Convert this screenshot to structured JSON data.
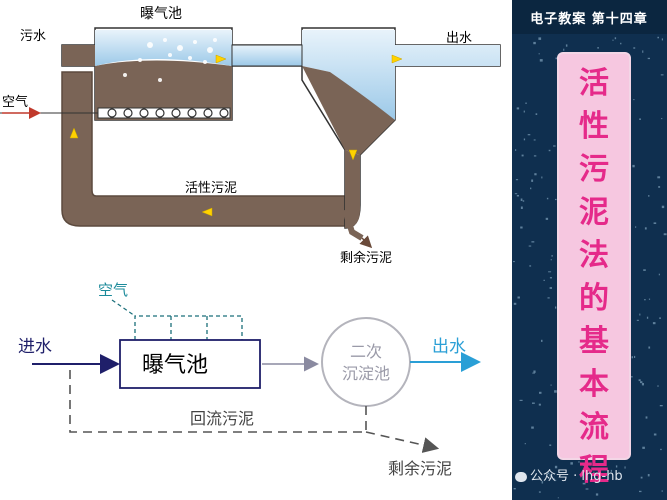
{
  "upper": {
    "aeration_tank": "曝气池",
    "inflow": "污水",
    "outflow": "出水",
    "air": "空气",
    "return_sludge": "活性污泥",
    "excess_sludge": "剩余污泥"
  },
  "lower": {
    "air": "空气",
    "inflow": "进水",
    "aeration_tank": "曝气池",
    "clarifier_line1": "二次",
    "clarifier_line2": "沉淀池",
    "outflow": "出水",
    "return_sludge": "回流污泥",
    "excess_sludge": "剩余污泥"
  },
  "sidebar": {
    "chapter": "电子教案 第十四章",
    "title_chars": [
      "活",
      "性",
      "污",
      "泥",
      "法",
      "的",
      "基",
      "本",
      "流",
      "程"
    ]
  },
  "watermark": "公众号 · lhg-hb",
  "colors": {
    "sludge": "#7a6456",
    "water": "#bcd9ee",
    "panel": "#0f2f4f",
    "title_bg": "#f6c7e0",
    "title_text": "#e52a8a",
    "arrow_yellow": "#ffd200",
    "flow_blue": "#2a9fd6",
    "navy": "#1f1f6a",
    "dashed": "#555555"
  }
}
